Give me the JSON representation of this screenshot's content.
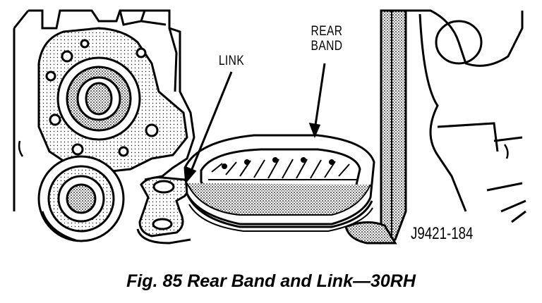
{
  "labels": {
    "rear_band_line1": "REAR",
    "rear_band_line2": "BAND",
    "link": "LINK",
    "figure_code": "J9421-184"
  },
  "caption": "Fig. 85 Rear Band and Link—30RH",
  "colors": {
    "ink": "#000000",
    "paper": "#ffffff",
    "shade": "#9a9a9a"
  }
}
